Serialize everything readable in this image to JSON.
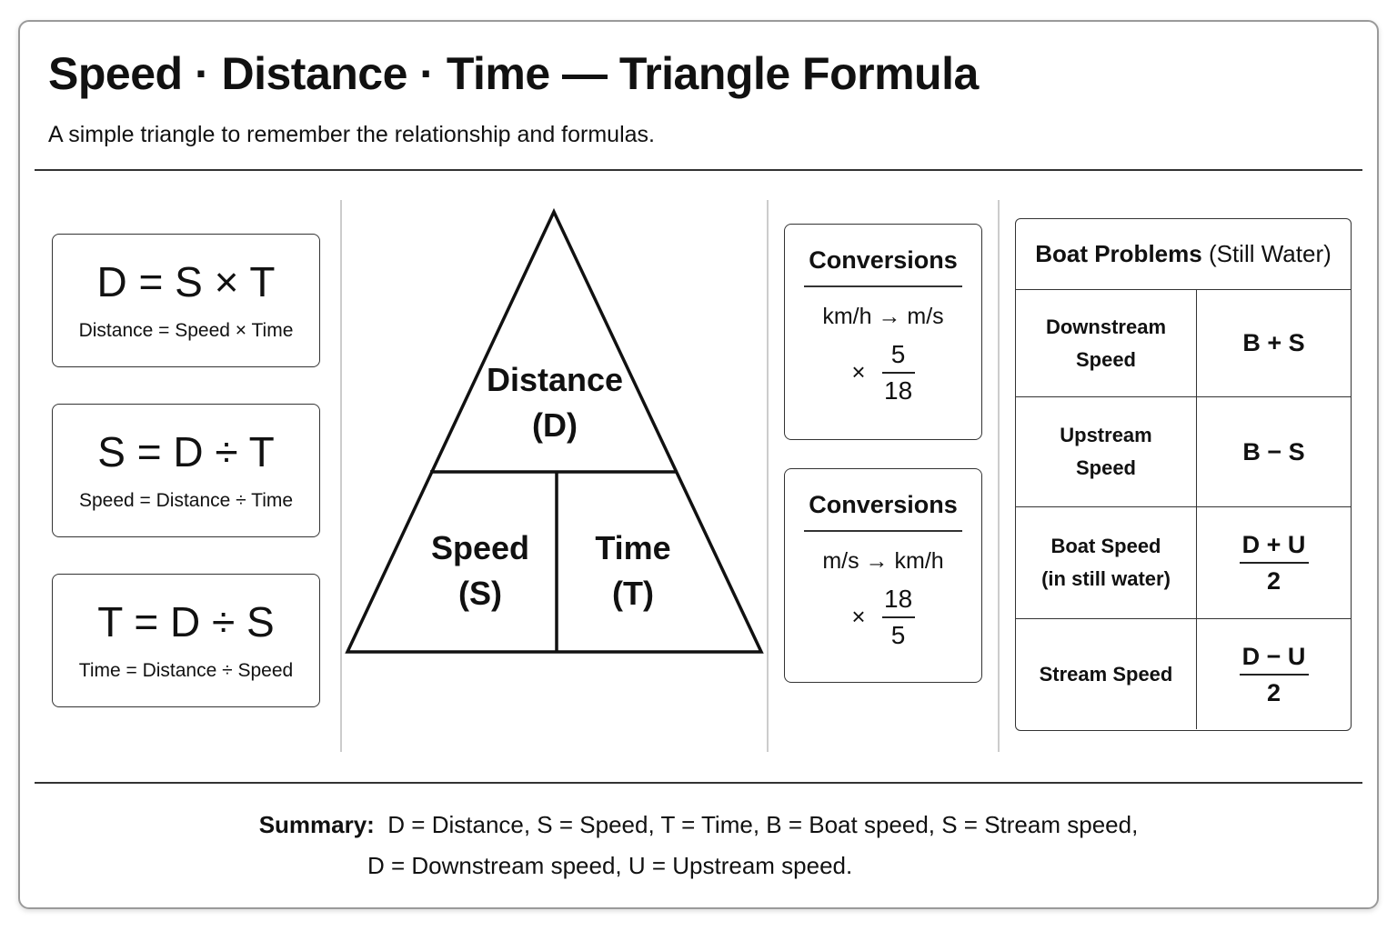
{
  "header": {
    "title": "Speed · Distance · Time — Triangle Formula",
    "subtitle": "A simple triangle to remember the relationship and formulas."
  },
  "formulas": [
    {
      "formula": "D = S × T",
      "description": "Distance = Speed × Time"
    },
    {
      "formula": "S = D ÷ T",
      "description": "Speed = Distance ÷ Time"
    },
    {
      "formula": "T = D ÷ S",
      "description": "Time = Distance ÷ Speed"
    }
  ],
  "triangle": {
    "top": {
      "name": "Distance",
      "symbol": "(D)"
    },
    "left": {
      "name": "Speed",
      "symbol": "(S)"
    },
    "right": {
      "name": "Time",
      "symbol": "(T)"
    }
  },
  "conversions": [
    {
      "title": "Conversions",
      "units": "km/h → m/s",
      "op": "×",
      "numerator": "5",
      "denominator": "18"
    },
    {
      "title": "Conversions",
      "units": "m/s → km/h",
      "op": "×",
      "numerator": "18",
      "denominator": "5"
    }
  ],
  "boat": {
    "title_bold": "Boat Problems",
    "title_rest": "(Still Water)",
    "rows": [
      {
        "label1": "Downstream",
        "label2": "Speed",
        "value": "B + S"
      },
      {
        "label1": "Upstream",
        "label2": "Speed",
        "value": "B − S"
      },
      {
        "label1": "Boat Speed",
        "label2": "(in still water)",
        "numerator": "D + U",
        "denominator": "2"
      },
      {
        "label1": "Stream Speed",
        "label2": "",
        "numerator": "D − U",
        "denominator": "2"
      }
    ]
  },
  "summary": {
    "label": "Summary:",
    "line1": "D = Distance, S = Speed, T = Time,  B = Boat speed, S = Stream speed,",
    "line2": "D = Downstream speed,  U = Upstream speed."
  }
}
